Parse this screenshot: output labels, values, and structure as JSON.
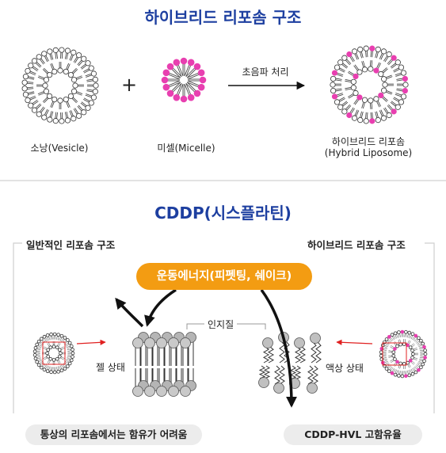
{
  "top": {
    "title": "하이브리드 리포솜 구조",
    "plus": "+",
    "process_label": "초음파 처리",
    "vesicle_label": "소낭(Vesicle)",
    "micelle_label": "미셀(Micelle)",
    "hybrid_label_1": "하이브리드 리포솜",
    "hybrid_label_2": "(Hybrid Liposome)"
  },
  "bottom": {
    "title": "CDDP(시스플라틴)",
    "general_structure": "일반적인 리포솜 구조",
    "hybrid_structure": "하이브리드 리포솜 구조",
    "energy_label": "운동에너지(피펫팅, 쉐이크)",
    "lipid_label": "인지질",
    "gel_state": "젤 상태",
    "liquid_state": "액상 상태",
    "left_note": "통상의 리포솜에서는 함유가 어려움",
    "right_note": "CDDP-HVL 고함유율"
  },
  "colors": {
    "title_blue": "#1d3fa0",
    "energy_orange": "#f39c12",
    "micelle_pink": "#e83fb0",
    "arrow_red": "#e02020"
  }
}
